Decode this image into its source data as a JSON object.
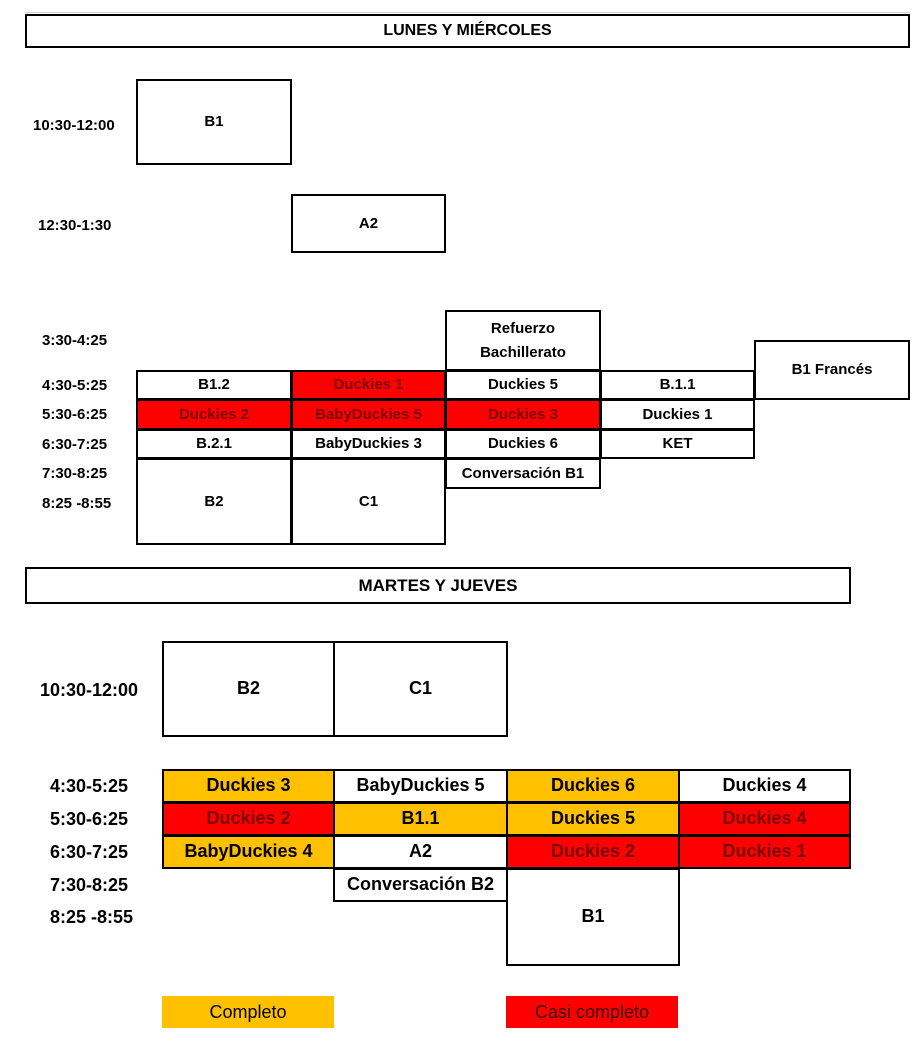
{
  "colors": {
    "completo": "#FFC000",
    "casi_completo": "#FF0000",
    "libre": "#FFFFFF",
    "text_on_red": "#7A0000"
  },
  "lunes_miercoles": {
    "title": "LUNES Y MIÉRCOLES",
    "times": {
      "t1030": "10:30-12:00",
      "t1230": "12:30-1:30",
      "t330": "3:30-4:25",
      "t430": "4:30-5:25",
      "t530": "5:30-6:25",
      "t630": "6:30-7:25",
      "t730": "7:30-8:25",
      "t825": "8:25 -8:55"
    },
    "classes": {
      "b1_morning": "B1",
      "a2": "A2",
      "refuerzo_line1": "Refuerzo",
      "refuerzo_line2": "Bachillerato",
      "b1_frances": "B1 Francés",
      "b1_2": "B1.2",
      "duckies1_a": "Duckies 1",
      "duckies5": "Duckies 5",
      "b1_1": "B.1.1",
      "duckies2": "Duckies 2",
      "babyduckies5": "BabyDuckies 5",
      "duckies3": "Duckies 3",
      "duckies1_b": "Duckies 1",
      "b2_1": "B.2.1",
      "babyduckies3": "BabyDuckies 3",
      "duckies6": "Duckies 6",
      "ket": "KET",
      "conversacion_b1": "Conversación B1",
      "b2": "B2",
      "c1": "C1"
    }
  },
  "martes_jueves": {
    "title": "MARTES Y JUEVES",
    "times": {
      "t1030": "10:30-12:00",
      "t430": "4:30-5:25",
      "t530": "5:30-6:25",
      "t630": "6:30-7:25",
      "t730": "7:30-8:25",
      "t825": "8:25 -8:55"
    },
    "classes": {
      "b2": "B2",
      "c1": "C1",
      "duckies3": "Duckies 3",
      "babyduckies5": "BabyDuckies 5",
      "duckies6": "Duckies 6",
      "duckies4_a": "Duckies 4",
      "duckies2_a": "Duckies 2",
      "b1_1": "B1.1",
      "duckies5": "Duckies 5",
      "duckies4_b": "Duckies 4",
      "babyduckies4": "BabyDuckies 4",
      "a2": "A2",
      "duckies2_b": "Duckies 2",
      "duckies1": "Duckies 1",
      "conversacion_b2": "Conversación B2",
      "b1": "B1"
    }
  },
  "legend": {
    "completo": "Completo",
    "casi_completo": "Casi completo"
  }
}
